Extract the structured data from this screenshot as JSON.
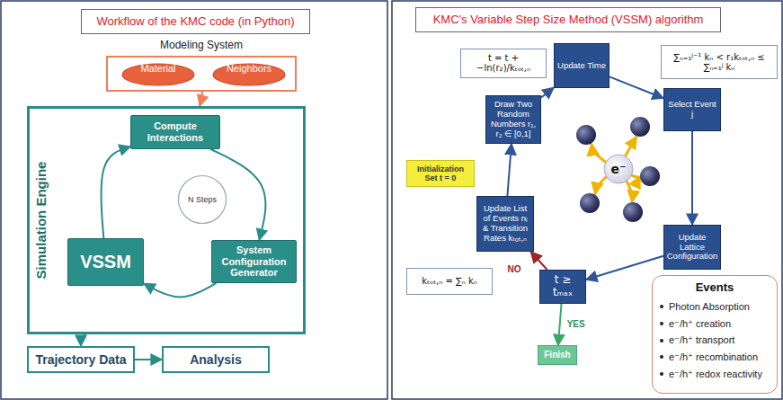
{
  "diagram": {
    "nodes": [
      {
        "text": [
          "Workflow of the KMC code (in Python)"
        ]
      },
      {
        "text": [
          "Modeling System"
        ]
      },
      {
        "text": [
          "Material"
        ],
        "in": 1
      },
      {
        "text": [
          "Neighbors"
        ],
        "in": 1
      },
      {
        "text": [
          "Simulation Engine"
        ]
      },
      {
        "text": [
          "Compute Interactions"
        ],
        "in": 4
      },
      {
        "text": [
          "N Steps"
        ],
        "in": 4
      },
      {
        "text": [
          "System Configuration Generator"
        ],
        "in": 4
      },
      {
        "text": [
          "VSSM"
        ],
        "in": 4
      },
      {
        "text": [
          "Trajectory Data"
        ]
      },
      {
        "text": [
          "Analysis"
        ]
      },
      {
        "text": [
          "KMC's Variable Step Size Method (VSSM) algorithm"
        ]
      },
      {
        "text": [
          "t = t + −ln(r₂)/kₜₒₜ,ₙ"
        ]
      },
      {
        "text": [
          "Update Time"
        ]
      },
      {
        "text": [
          "Select Event j"
        ]
      },
      {
        "text": [
          "∑ₙ₌₁ʲ⁻¹ kₙ < r₁kₜₒₜ,ₙ ≤ ∑ₙ₌₁ʲ kₙ"
        ]
      },
      {
        "text": [
          "Draw Two Random Numbers r₁, r₂ ∈ [0,1]"
        ]
      },
      {
        "text": [
          "Initialization Set t = 0"
        ]
      },
      {
        "text": [
          "Update Lattice Configuration"
        ]
      },
      {
        "text": [
          "Update List of Events nᵢ & Transition Rates kₜₒₜ,ₙ"
        ]
      },
      {
        "text": [
          "kₜₒₜ,ₙ = ∑ₙ kₙ"
        ]
      },
      {
        "text": [
          "t ≥ tₘₐₓ"
        ]
      },
      {
        "text": [
          "Finish"
        ]
      },
      {
        "text": [
          "Events",
          "Photon Absorption",
          "e⁻/h⁺ creation",
          "e⁻/h⁺ transport",
          "e⁻/h⁺ recombination",
          "e⁻/h⁺ redox reactivity"
        ]
      }
    ],
    "edges": [
      {
        "from": 2,
        "to": 3,
        "arrow": "to"
      },
      {
        "from": 1,
        "to": 4,
        "arrow": "to"
      },
      {
        "from": 5,
        "to": 7,
        "arrow": "to"
      },
      {
        "from": 7,
        "to": 8,
        "arrow": "to"
      },
      {
        "from": 8,
        "to": 5,
        "arrow": "to"
      },
      {
        "from": 4,
        "to": 9,
        "arrow": "to"
      },
      {
        "from": 9,
        "to": 10,
        "arrow": "to"
      },
      {
        "from": 13,
        "to": 14,
        "arrow": "to"
      },
      {
        "from": 14,
        "to": 18,
        "arrow": "to"
      },
      {
        "from": 18,
        "to": 21,
        "arrow": "to"
      },
      {
        "from": 21,
        "to": 19,
        "label": "NO",
        "arrow": "to"
      },
      {
        "from": 21,
        "to": 22,
        "label": "YES",
        "arrow": "to"
      },
      {
        "from": 19,
        "to": 16,
        "arrow": "to"
      },
      {
        "from": 16,
        "to": 13,
        "arrow": "to"
      }
    ],
    "labels": [
      "e⁻"
    ]
  }
}
